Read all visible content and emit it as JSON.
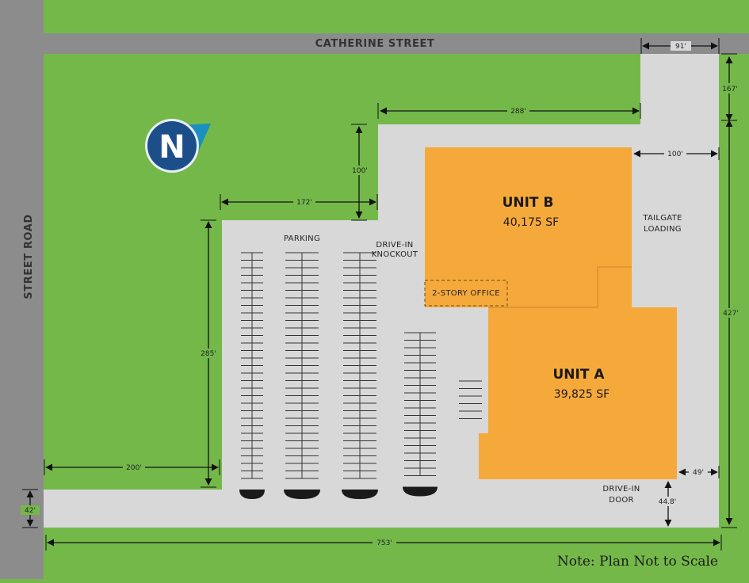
{
  "streets": {
    "catherine": "CATHERINE STREET",
    "street_road": "STREET ROAD"
  },
  "north_marker": "N",
  "units": [
    {
      "name": "UNIT B",
      "area": "40,175 SF"
    },
    {
      "name": "UNIT A",
      "area": "39,825 SF"
    }
  ],
  "labels": {
    "parking": "PARKING",
    "drive_in_knockout": [
      "DRIVE-IN",
      "KNOCKOUT"
    ],
    "office": "2-STORY OFFICE",
    "tailgate_loading": [
      "TAILGATE",
      "LOADING"
    ],
    "drive_in_door": [
      "DRIVE-IN",
      "DOOR"
    ]
  },
  "dimensions": {
    "d91": "91'",
    "d167": "167'",
    "d288": "288'",
    "d100_top": "100'",
    "d100_right": "100'",
    "d172": "172'",
    "d285": "285'",
    "d427": "427'",
    "d200": "200'",
    "d42": "42'",
    "d49": "49'",
    "d44_8": "44.8'",
    "d753": "753'"
  },
  "note": "Note:  Plan Not to Scale",
  "colors": {
    "grass": "#74b84a",
    "road": "#8c8c8c",
    "pavement": "#d8d8d8",
    "building": "#f6a93b",
    "north_badge": "#1c4f8a",
    "north_arrow": "#1b8fc0"
  }
}
